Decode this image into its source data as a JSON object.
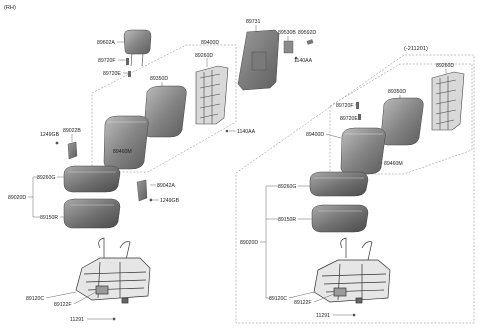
{
  "corner_label": "(RH)",
  "variant_label": "(-211201)",
  "labels": {
    "l89602A": "89602A",
    "l89720F_a": "89720F",
    "l89720E_a": "89720E",
    "l89731": "89731",
    "l89530B": "89530B",
    "l89592D": "89592D",
    "l1140AA_a": "1140AA",
    "l89400D_a": "89400D",
    "l89260D_a": "89260D",
    "l89350D_a": "89350D",
    "l89460M_a": "89460M",
    "l1140AA_b": "1140AA",
    "l89022B": "89022B",
    "l1249GB_a": "1249GB",
    "l89260G_a": "89260G",
    "l89020D_a": "89020D",
    "l89150R_a": "89150R",
    "l89042A": "89042A",
    "l1249GB_b": "1249GB",
    "l89120C_a": "89120C",
    "l89122F_a": "89122F",
    "l11291_a": "11291",
    "l89260D_b": "89260D",
    "l89350D_b": "89350D",
    "l89720F_b": "89720F",
    "l89720E_b": "89720E",
    "l89400D_b": "89400D",
    "l89460M_b": "89460M",
    "l89260G_b": "89260G",
    "l89150R_b": "89150R",
    "l89020D_b": "89020D",
    "l89120C_b": "89120C",
    "l89122F_b": "89122F",
    "l11291_b": "11291"
  },
  "colors": {
    "cushion_dark": "#5a5a5a",
    "cushion_mid": "#8c8c8c",
    "cushion_light": "#b8b8b8",
    "frame": "#444444",
    "leader": "#555555"
  }
}
